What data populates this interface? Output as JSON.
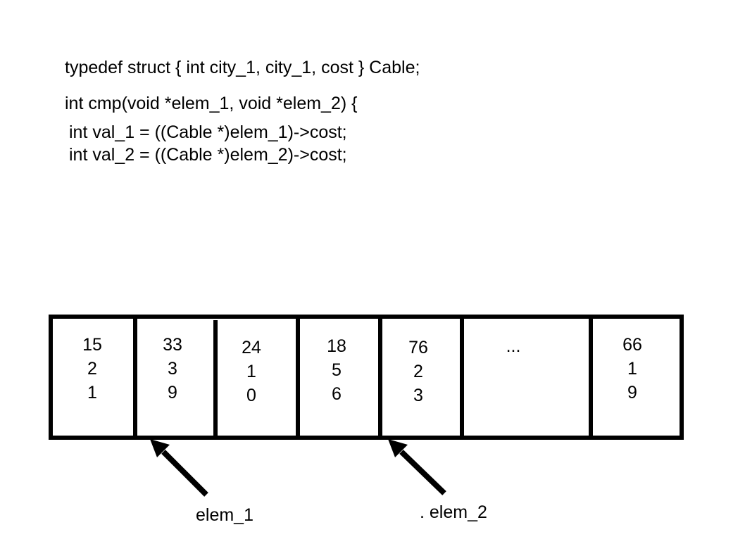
{
  "code": {
    "line1": "typedef struct { int city_1, city_1, cost } Cable;",
    "line2": "int cmp(void *elem_1, void *elem_2) {",
    "line3": "int val_1 = ((Cable *)elem_1)->cost;",
    "line4": "int val_2 = ((Cable *)elem_2)->cost;"
  },
  "array": {
    "cells": [
      [
        "15",
        "2",
        "1"
      ],
      [
        "33",
        "3",
        "9"
      ],
      [
        "24",
        "1",
        "0"
      ],
      [
        "18",
        "5",
        "6"
      ],
      [
        "76",
        "2",
        "3"
      ],
      [
        "..."
      ],
      [
        "66",
        "1",
        "9"
      ]
    ]
  },
  "pointers": {
    "elem1_label": "elem_1",
    "elem2_label": ". elem_2"
  }
}
